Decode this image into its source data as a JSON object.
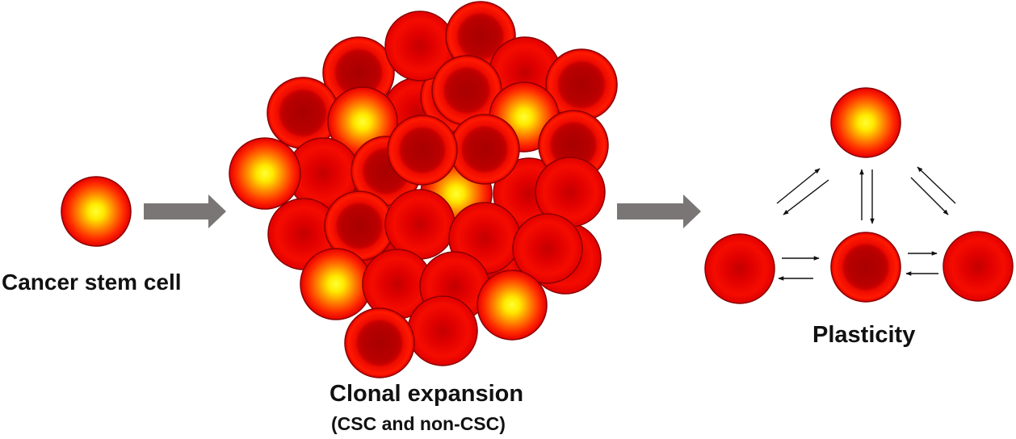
{
  "labels": {
    "cancer_stem_cell": "Cancer stem cell",
    "clonal_expansion": "Clonal expansion",
    "clonal_expansion_sub": "(CSC and non-CSC)",
    "plasticity": "Plasticity"
  },
  "cell_types": {
    "stem": "cancer-stem-cell",
    "non_stem": "non-stem-cancer-cell",
    "intermediate": "intermediate-cancer-cell"
  },
  "colors": {
    "stem_core": "#ffff00",
    "stem_mid": "#ff8c00",
    "cell_red": "#e80000",
    "cell_dark": "#b00000",
    "cell_rim": "#8a0000",
    "arrow_gray": "#7a7676",
    "arrow_black": "#111111",
    "text": "#111111"
  },
  "icons": {
    "process_arrow": "right-arrow-icon",
    "interconversion_arrow": "double-arrow-icon"
  }
}
